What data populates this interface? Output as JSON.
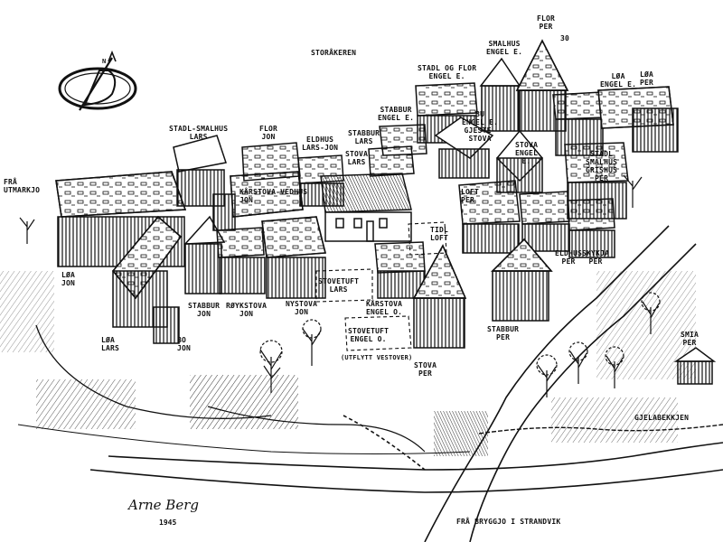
{
  "map": {
    "compass_letter": "N",
    "field_name": "STORÅKEREN",
    "from_outfield": "FRÅ\nUTMARKJO",
    "stream_name": "GJELABEKKJEN",
    "road_to_shore": "FRÅ BRYGGJO I STRANDVIK",
    "artist_signature": "Arne Berg",
    "year": "1945",
    "ink_color": "#111111",
    "paper_color": "#ffffff"
  },
  "labels": {
    "stadl_smalhus_lars": "STADL-SMALHUS\nLARS",
    "flor_jon": "FLOR\nJON",
    "eldhus_lars_jon": "ELDHUS\nLARS-JON",
    "stabbur_lars": "STABBUR\nLARS",
    "stova_lars": "STOVA\nLARS",
    "stabbur_engel_e": "STABBUR\nENGEL E.",
    "stadl_og_flor_engel_e": "STADL OG FLOR\nENGEL E.",
    "smalhus_engel_e": "SMALHUS\nENGEL E.",
    "flor_per": "FLOR\nPER",
    "loa_per": "LØA\nPER",
    "loa_engel_e": "LØA\nENGEL E.",
    "bu_engel_e_gjestestova": "BU\nENGEL E.\nGJESTE-\nSTOVA",
    "stova_engel_e": "STOVA\nENGEL\nE.",
    "stadl_smalhus_grishus_per": "STADL\nSMALHUS\nGRISHUS\nPER",
    "karstova_vednus_jon": "KÅRSTOVA-VEDHUS\nJON",
    "loft_per": "LOFT\nPER",
    "tidl_loft": "TIDL\nLOFT",
    "loa_jon": "LØA\nJON",
    "stabbur_jon": "STABBUR\nJON",
    "roykstova_jon": "RØYKSTOVA\nJON",
    "nystova_jon": "NYSTOVA\nJON",
    "stovetuft_lars": "STOVETUFT\nLARS",
    "karstova_engel_o": "KÅRSTOVA\nENGEL O.",
    "stovetuft_engel_o": "STOVETUFT\nENGEL O.",
    "utflytt_vestover": "(UTFLYTT VESTOVER)",
    "eldhus_per": "ELDHUS\nPER",
    "skykja_per": "SKYKJA\nPER",
    "stabbur_per": "STABBUR\nPER",
    "stova_per": "STOVA\nPER",
    "smia_per": "SMIA\nPER",
    "loa_lars": "LØA\nLARS",
    "bo_jon": "BO\nJON",
    "thirty": "30"
  }
}
